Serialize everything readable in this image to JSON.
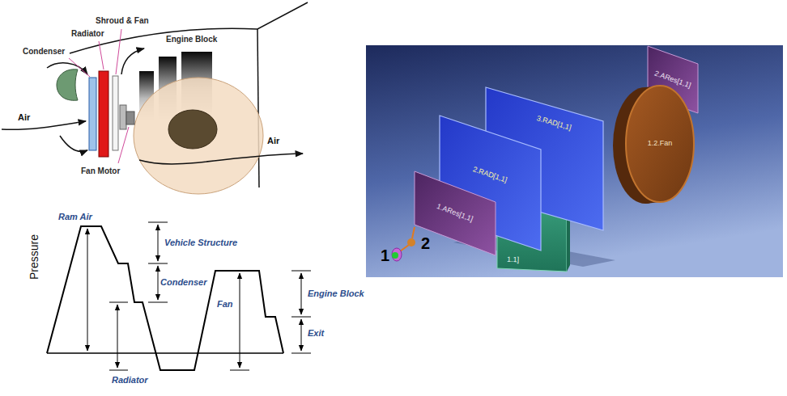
{
  "diagram": {
    "nodes": [
      {
        "text": [
          "1.ARes[1,1]"
        ]
      },
      {
        "text": [
          "1.1]"
        ]
      },
      {
        "text": [
          "2.RAD[1,1]"
        ]
      },
      {
        "text": [
          "3.RAD[1,1]"
        ]
      },
      {
        "text": [
          "1.2.Fan"
        ]
      },
      {
        "text": [
          "2.ARes[1,1]"
        ]
      }
    ],
    "labels": [
      "Shroud & Fan",
      "Radiator",
      "Condenser",
      "Engine Block",
      "Air",
      "Fan Motor",
      "Air",
      "Ram Air",
      "Vehicle Structure",
      "Condenser",
      "Engine Block",
      "Fan",
      "Exit",
      "Radiator",
      "Pressure",
      "1",
      "2"
    ]
  }
}
